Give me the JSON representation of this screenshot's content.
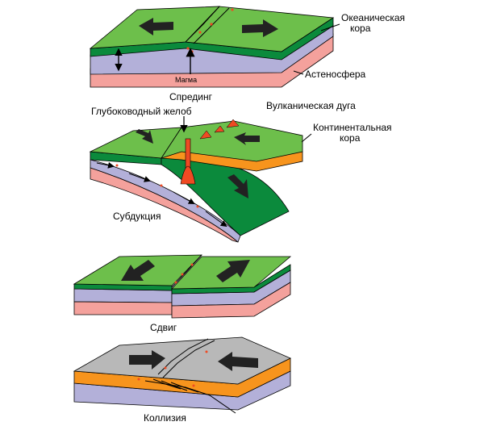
{
  "labels": {
    "oceanic_crust": [
      "Океаническая",
      "кора"
    ],
    "asthenosphere": "Астеносфера",
    "magma": "Магма",
    "spreading": "Спрединг",
    "trench": "Глубоководный желоб",
    "volcanic_arc": "Вулканическая дуга",
    "continental_crust": [
      "Континентальная",
      "кора"
    ],
    "subduction": "Субдукция",
    "transform": "Сдвиг",
    "collision": "Коллизия"
  },
  "colors": {
    "oceanic_top": "#6dbf4b",
    "oceanic_side": "#0b8a3c",
    "lithosphere": "#b3b0d9",
    "asthenosphere": "#f4a19c",
    "continental": "#f7941d",
    "collision_top": "#b8b8b8",
    "magma": "#ef4a23",
    "arrow": "#222222"
  }
}
